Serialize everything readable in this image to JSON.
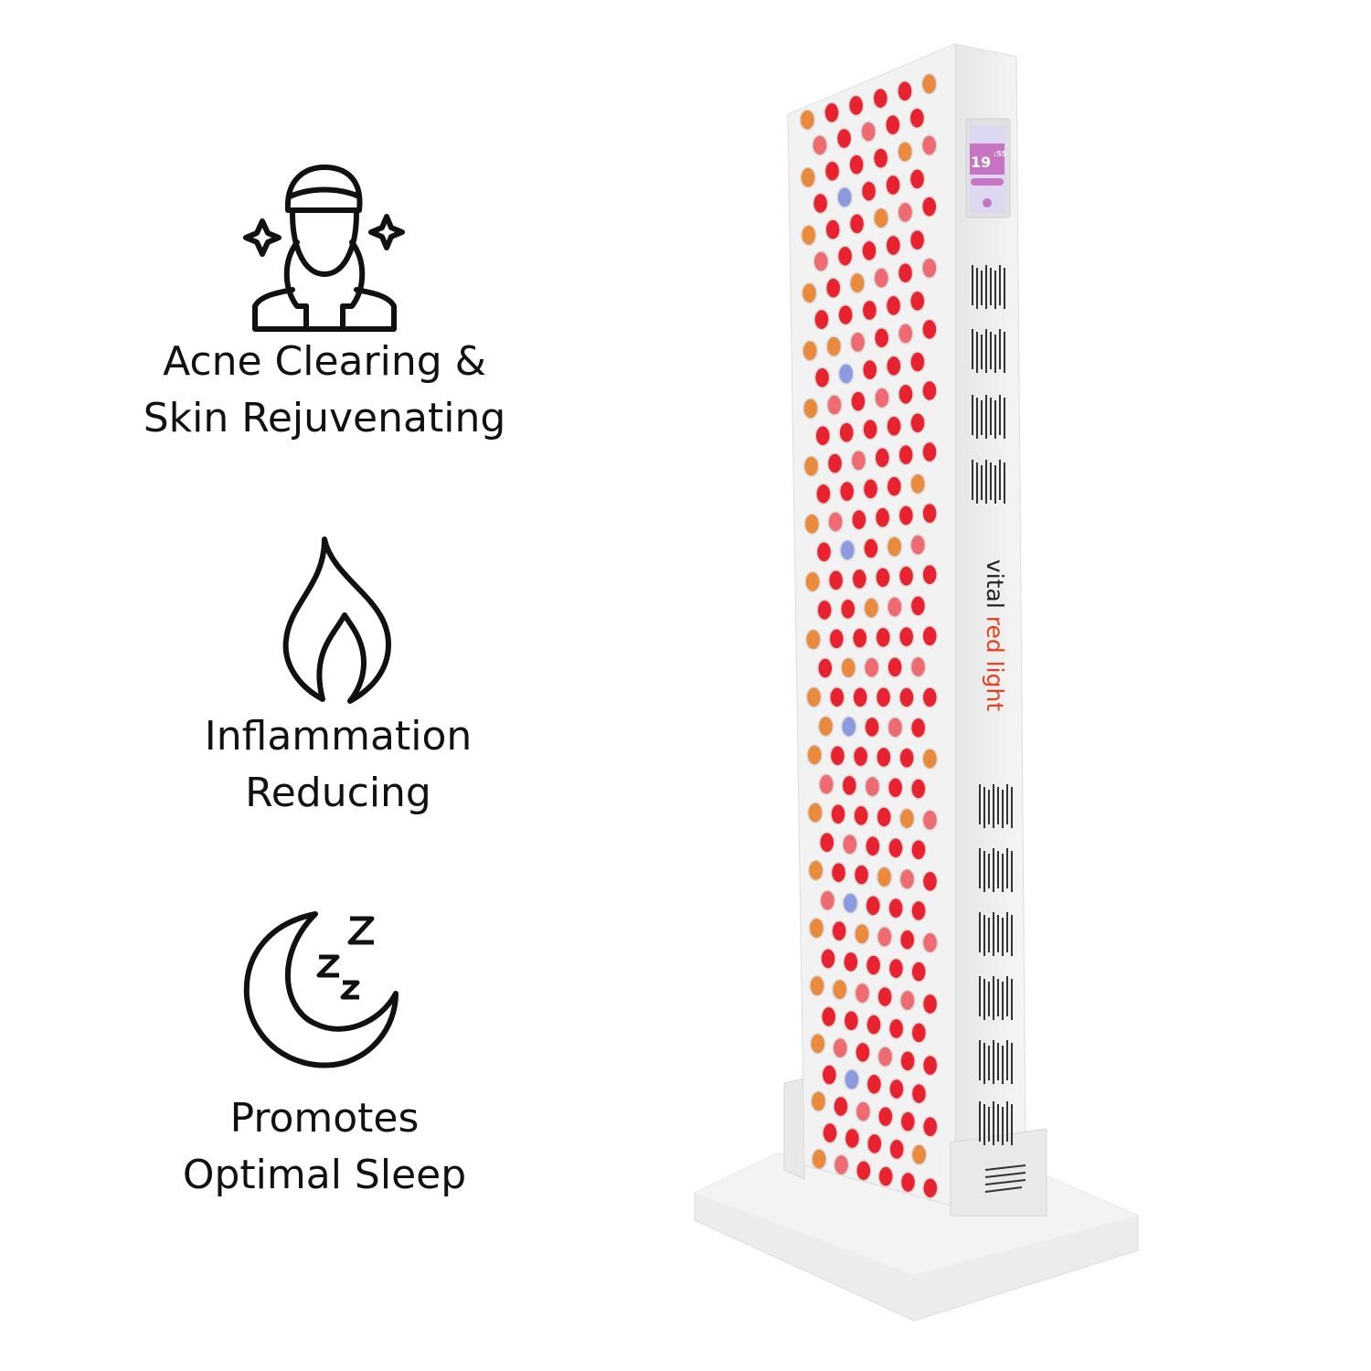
{
  "benefits": [
    {
      "icon": "woman-face-sparkle-icon",
      "line1": "Acne Clearing &",
      "line2": "Skin Rejuvenating"
    },
    {
      "icon": "flame-icon",
      "line1": "Inflammation",
      "line2": "Reducing"
    },
    {
      "icon": "moon-zzz-icon",
      "line1": "Promotes",
      "line2": "Optimal Sleep"
    }
  ],
  "product": {
    "logo": {
      "word1": "vital",
      "word2": "red light"
    },
    "screen": {
      "hour": "19",
      "minute": ":55"
    },
    "led_colors": {
      "red": "#e8222e",
      "pink": "#ee6b72",
      "orange": "#e98a3c",
      "blue": "#8e9ae0"
    },
    "colors": {
      "logo_dark": "#222222",
      "logo_accent": "#e5401f",
      "screen": "#c774c4",
      "body": "#eeeeee"
    }
  }
}
